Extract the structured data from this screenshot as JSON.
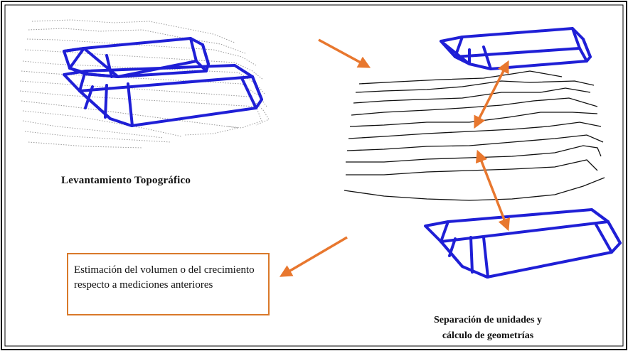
{
  "labels": {
    "topographic_survey": "Levantamiento Topográfico",
    "volume_estimation": "Estimación del volumen o del crecimiento respecto a mediciones anteriores",
    "separation_line1": "Separación de unidades y",
    "separation_line2": "cálculo de geometrías"
  },
  "colors": {
    "block_outline": "#1f1fd6",
    "arrow": "#e8772e",
    "box_border": "#d9792a",
    "contour_dotted": "#9a9a9a",
    "contour_solid": "#111111",
    "frame": "#000000"
  }
}
